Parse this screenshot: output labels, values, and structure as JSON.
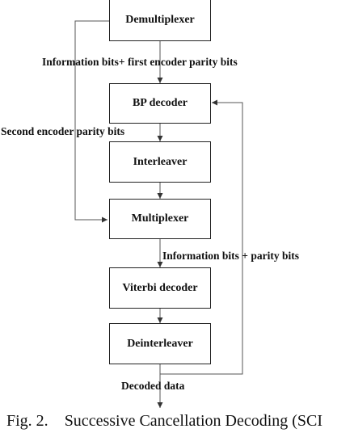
{
  "blocks": {
    "demultiplexer": "Demultiplexer",
    "bp_decoder": "BP decoder",
    "interleaver": "Interleaver",
    "multiplexer": "Multiplexer",
    "viterbi_decoder": "Viterbi decoder",
    "deinterleaver": "Deinterleaver"
  },
  "labels": {
    "info_first_parity": "Information bits+ first encoder parity bits",
    "second_parity": "Second encoder parity bits",
    "info_parity": "Information bits + parity bits",
    "decoded": "Decoded data"
  },
  "caption": {
    "number": "Fig. 2.",
    "text": "Successive Cancellation Decoding (SCI"
  }
}
